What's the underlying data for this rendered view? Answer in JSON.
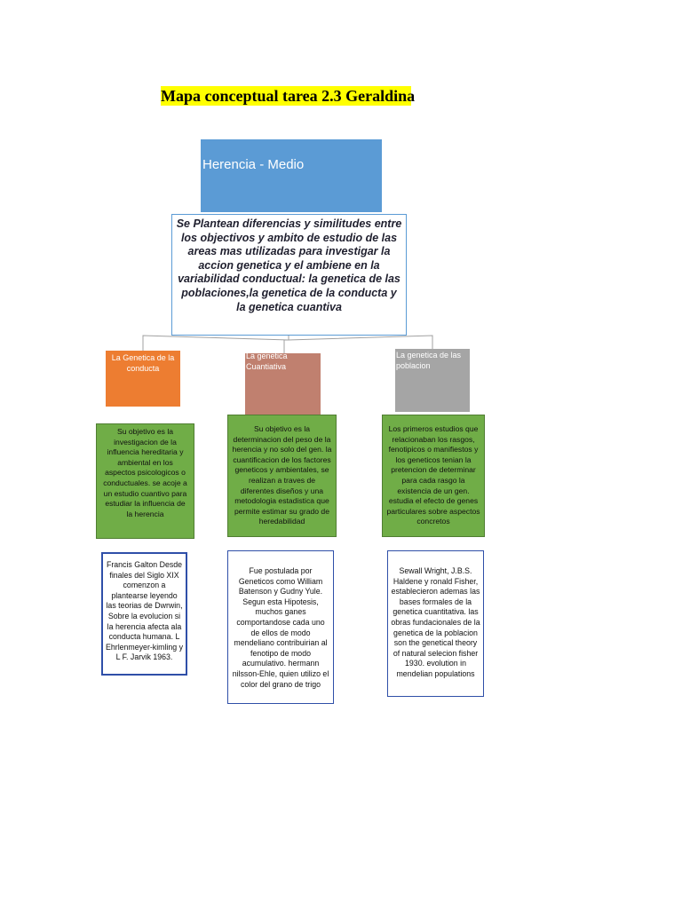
{
  "title": "Mapa conceptual tarea 2.3 Geraldina",
  "root": {
    "label": "Herencia - Medio"
  },
  "description": "Se Plantean diferencias y similitudes entre los objectivos y ambito de estudio de las areas mas utilizadas para investigar la accion genetica y el ambiene en la variabilidad conductual: la genetica de las poblaciones,la genetica de la conducta y la genetica cuantiva",
  "branches": [
    {
      "label": "La Genetica de la conducta",
      "color": "#ed7d31",
      "summary": "Su objetivo es la investigacion de la influencia hereditaria y ambiental en los aspectos psicologicos o conductuales. se acoje a un estudio cuantivo para estudiar la influencia de la herencia",
      "reference": "Francis Galton Desde finales del Siglo XIX comenzon a plantearse leyendo las teorias de Dwrwin, Sobre la evolucion si la herencia afecta ala conducta humana. L Ehrlenmeyer-kimling y L F. Jarvik 1963."
    },
    {
      "label": "La genetica Cuantiativa",
      "color": "#c0806f",
      "summary": "Su objetivo es la determinacion del peso de la herencia y no solo del gen. la cuantificacion de los factores geneticos y ambientales, se realizan a traves de diferentes diseños y una metodologia estadistica que permite estimar su grado de heredabilidad",
      "reference": "Fue postulada por Geneticos como William Batenson y Gudny Yule. Segun esta Hipotesis, muchos ganes comportandose cada uno de ellos de modo mendeliano contribuirian al fenotipo de modo acumulativo. hermann nilsson-Ehle, quien utilizo el color del grano de trigo"
    },
    {
      "label": "La genetica de las poblacion",
      "color": "#a5a5a5",
      "summary": "Los primeros estudios que relacionaban los rasgos, fenotipicos o manifiestos y los geneticos tenian la pretencion de determinar para cada rasgo la existencia de un gen. estudia el efecto de genes particulares sobre aspectos concretos",
      "reference": "Sewall Wright, J.B.S. Haldene y ronald Fisher, establecieron ademas las bases formales de la genetica cuantitativa. las obras fundacionales de la genetica de la poblacion son the genetical theory of natural selecion fisher 1930. evolution in mendelian populations"
    }
  ],
  "colors": {
    "root": "#5b9bd5",
    "summary": "#70ad47",
    "reference_border": "#2f4fa8",
    "title_highlight": "#ffff00"
  }
}
